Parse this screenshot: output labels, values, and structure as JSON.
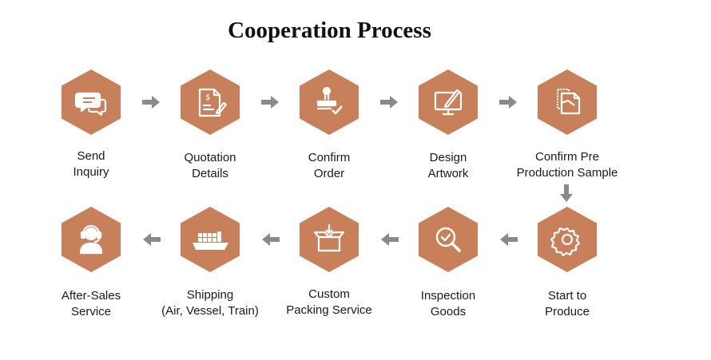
{
  "title": "Cooperation Process",
  "colors": {
    "hex_fill": "#c8805a",
    "icon_stroke": "#ffffff",
    "arrow": "#8a8a8a"
  },
  "steps": [
    {
      "id": "send-inquiry",
      "icon": "chat-bubbles-icon",
      "line1": "Send",
      "line2": "Inquiry"
    },
    {
      "id": "quotation-details",
      "icon": "quotation-document-icon",
      "line1": "Quotation",
      "line2": "Details"
    },
    {
      "id": "confirm-order",
      "icon": "stamp-check-icon",
      "line1": "Confirm",
      "line2": "Order"
    },
    {
      "id": "design-artwork",
      "icon": "monitor-pen-icon",
      "line1": "Design",
      "line2": "Artwork"
    },
    {
      "id": "confirm-pre-production-sample",
      "icon": "sample-swatches-icon",
      "line1": "Confirm Pre",
      "line2": "Production Sample"
    },
    {
      "id": "start-to-produce",
      "icon": "gear-icon",
      "line1": "Start to",
      "line2": "Produce"
    },
    {
      "id": "inspection-goods",
      "icon": "magnifier-check-icon",
      "line1": "Inspection",
      "line2": "Goods"
    },
    {
      "id": "custom-packing-service",
      "icon": "open-box-icon",
      "line1": "Custom",
      "line2": "Packing Service"
    },
    {
      "id": "shipping",
      "icon": "cargo-ship-icon",
      "line1": "Shipping",
      "line2": "(Air, Vessel, Train)"
    },
    {
      "id": "after-sales-service",
      "icon": "headset-agent-icon",
      "line1": "After-Sales",
      "line2": "Service"
    }
  ]
}
